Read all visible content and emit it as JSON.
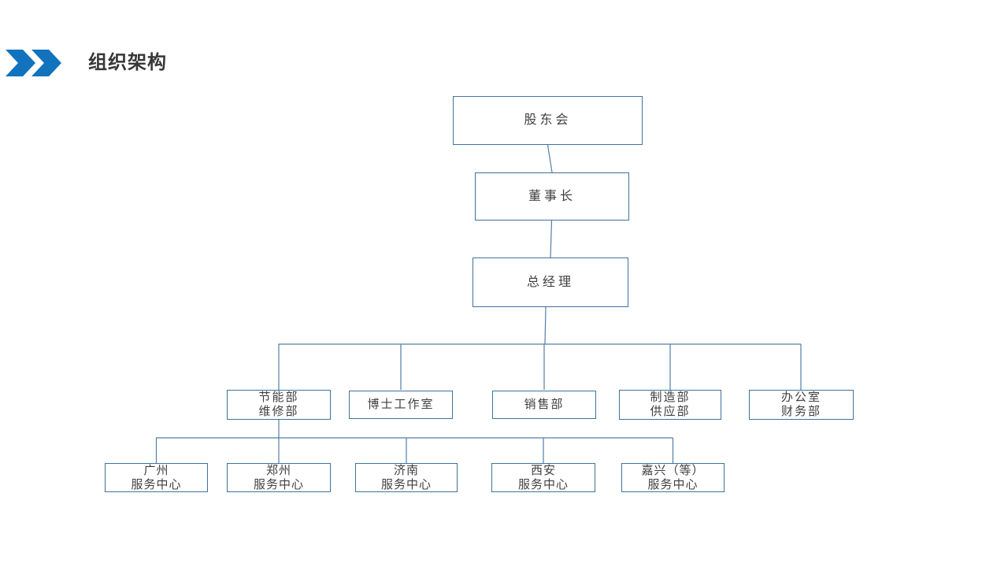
{
  "title": "组织架构",
  "colors": {
    "accent_blue": "#1173BD",
    "box_border": "#41719C",
    "connector": "#41719C",
    "text": "#404040"
  },
  "org_chart": {
    "nodes": {
      "shareholders": {
        "line1": "股东会"
      },
      "chairman": {
        "line1": "董事长"
      },
      "general_manager": {
        "line1": "总经理"
      }
    },
    "departments": [
      {
        "line1": "节能部",
        "line2": "维修部"
      },
      {
        "line1": "博士工作室"
      },
      {
        "line1": "销售部"
      },
      {
        "line1": "制造部",
        "line2": "供应部"
      },
      {
        "line1": "办公室",
        "line2": "财务部"
      }
    ],
    "service_centers": [
      {
        "line1": "广州",
        "line2": "服务中心"
      },
      {
        "line1": "郑州",
        "line2": "服务中心"
      },
      {
        "line1": "济南",
        "line2": "服务中心"
      },
      {
        "line1": "西安",
        "line2": "服务中心"
      },
      {
        "line1": "嘉兴（等）",
        "line2": "服务中心"
      }
    ]
  }
}
